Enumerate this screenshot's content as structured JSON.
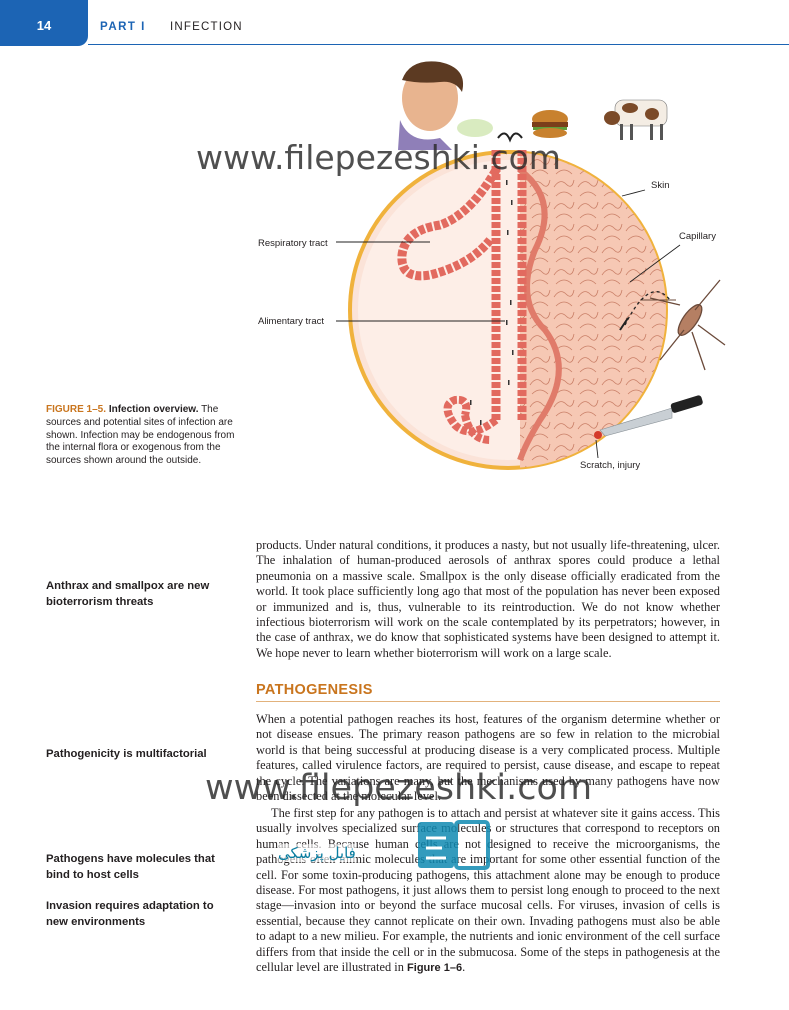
{
  "header": {
    "page_number": "14",
    "part_label": "PART I",
    "part_title": "INFECTION"
  },
  "figure": {
    "labels": {
      "skin": "Skin",
      "respiratory": "Respiratory tract",
      "capillary": "Capillary",
      "alimentary": "Alimentary tract",
      "scratch": "Scratch, injury"
    },
    "caption_number": "FIGURE 1–5.",
    "caption_title": "Infection overview.",
    "caption_text": "The sources and potential sites of infection are shown. Infection may be endogenous from the internal flora or exogenous from the sources shown around the outside."
  },
  "margin_notes": [
    "Anthrax and smallpox are new bioterrorism threats",
    "Pathogenicity is multifactorial",
    "Pathogens have molecules that bind to host cells",
    "Invasion requires adaptation to new environments"
  ],
  "paragraph_1": "products. Under natural conditions, it produces a nasty, but not usually life-threatening, ulcer. The inhalation of human-produced aerosols of anthrax spores could produce a lethal pneumonia on a massive scale. Smallpox is the only disease officially eradicated from the world. It took place sufficiently long ago that most of the population has never been exposed or immunized and is, thus, vulnerable to its reintroduction. We do not know whether infectious bioterrorism will work on the scale contemplated by its perpetrators; however, in the case of anthrax, we do know that sophisticated systems have been designed to attempt it. We hope never to learn whether bioterrorism will work on a large scale.",
  "section_heading": "PATHOGENESIS",
  "paragraph_2": "When a potential pathogen reaches its host, features of the organism determine whether or not disease ensues. The primary reason pathogens are so few in relation to the microbial world is that being successful at producing disease is a very complicated process. Multiple features, called virulence factors, are required to persist, cause disease, and escape to repeat the cycle. The variations are many, but the mechanisms used by many pathogens have now been dissected at the molecular level.",
  "paragraph_3": "The first step for any pathogen is to attach and persist at whatever site it gains access. This usually involves specialized surface molecules or structures that correspond to receptors on human cells. Because human cells are not designed to receive the microorganisms, the pathogens often mimic molecules that are important for some other essential function of the cell. For some toxin-producing pathogens, this attachment alone may be enough to produce disease. For most pathogens, it just allows them to persist long enough to proceed to the next stage—invasion into or beyond the surface mucosal cells. For viruses, invasion of cells is essential, because they cannot replicate on their own. Invading pathogens must also be able to adapt to a new milieu. For example, the nutrients and ionic environment of the cell surface differs from that inside the cell or in the submucosa. Some of the steps in pathogenesis at the cellular level are illustrated in",
  "paragraph_3_ref": "Figure 1–6",
  "paragraph_3_end": ".",
  "watermark": {
    "url": "www.filepezeshki.com",
    "logo_text": "فایل پزشکی"
  },
  "colors": {
    "accent_blue": "#1c64b4",
    "accent_orange": "#c9751e",
    "tissue": "#f3b9a1",
    "tract_wall": "#d9534f"
  }
}
